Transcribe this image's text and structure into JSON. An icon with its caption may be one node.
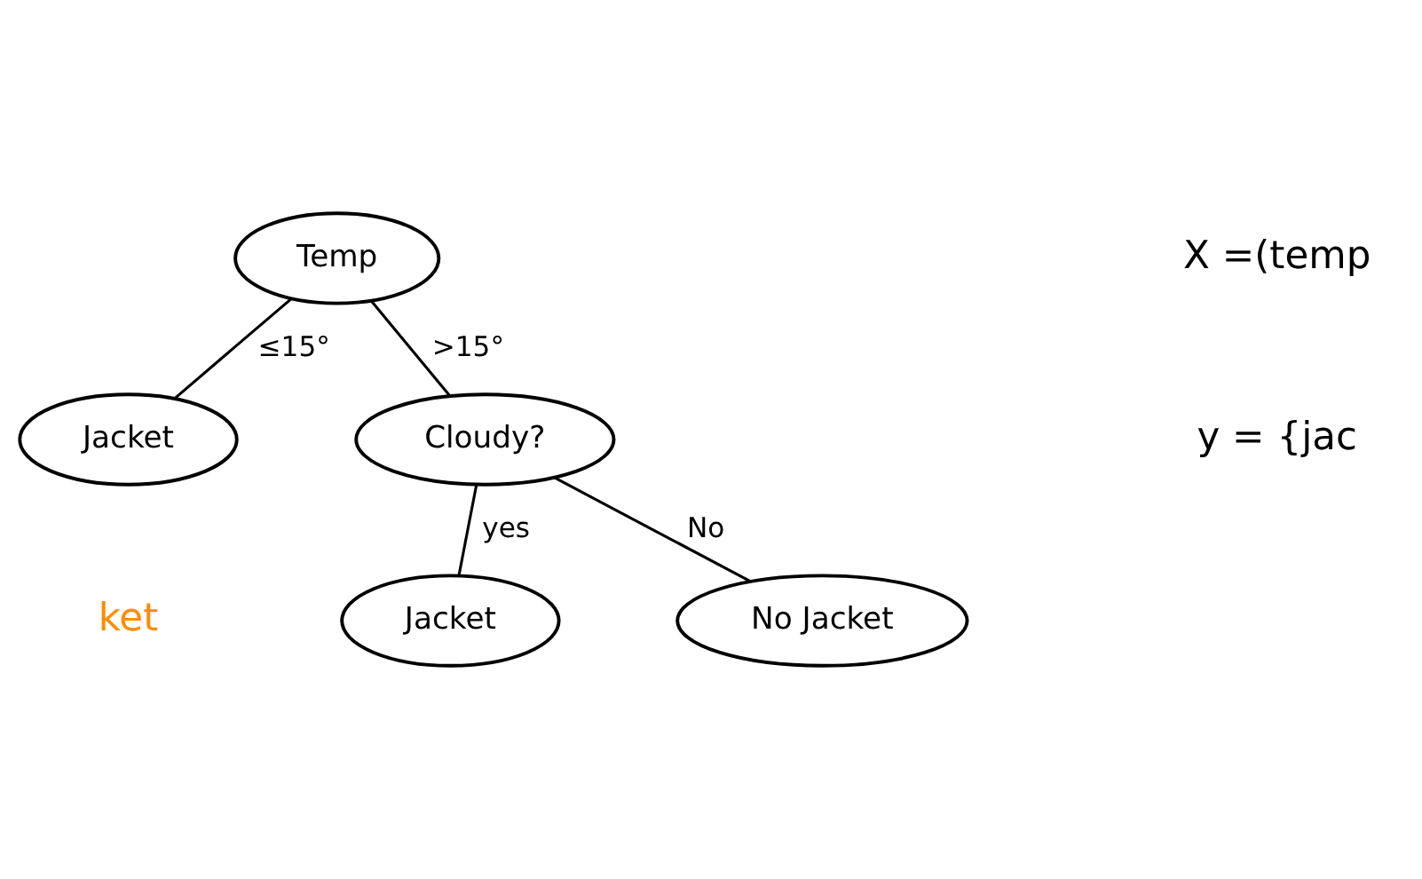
{
  "diagram": {
    "nodes": [
      {
        "text": [
          "Temp"
        ]
      },
      {
        "text": [
          "Jacket"
        ]
      },
      {
        "text": [
          "Cloudy?"
        ]
      },
      {
        "text": [
          "Jacket"
        ]
      },
      {
        "text": [
          "No Jacket"
        ]
      }
    ],
    "edges": [
      {
        "from": 0,
        "to": 1,
        "arrow": "none",
        "label": "≤15°"
      },
      {
        "from": 0,
        "to": 2,
        "arrow": "none",
        "label": ">15°"
      },
      {
        "from": 2,
        "to": 3,
        "arrow": "none",
        "label": "yes"
      },
      {
        "from": 2,
        "to": 4,
        "arrow": "none",
        "label": "No"
      }
    ],
    "labels": [
      "X =(temp",
      "y = {jac",
      "ket"
    ]
  }
}
